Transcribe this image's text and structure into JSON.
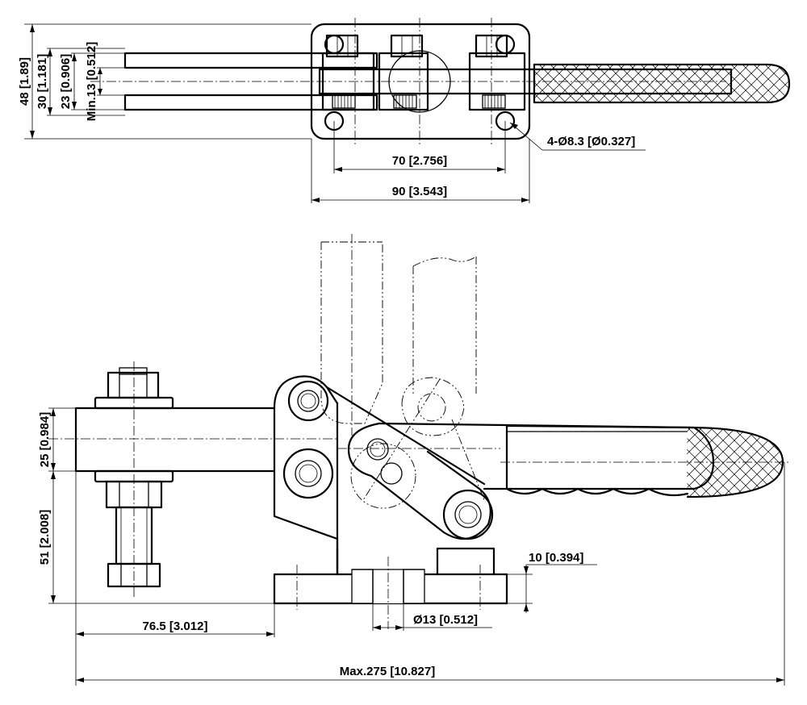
{
  "top_view": {
    "dim_overall_height": "48 [1.89]",
    "dim_height_30": "30 [1.181]",
    "dim_height_23": "23 [0.906]",
    "dim_min_13": "Min.13 [0.512]",
    "dim_hole_spacing": "70 [2.756]",
    "dim_base_width": "90 [3.543]",
    "dim_holes": "4-Ø8.3 [Ø0.327]"
  },
  "side_view": {
    "dim_arm_height": "25 [0.984]",
    "dim_spindle_height": "51 [2.008]",
    "dim_base_thickness": "10 [0.394]",
    "dim_reach": "76.5 [3.012]",
    "dim_bore": "Ø13 [0.512]",
    "dim_max_length": "Max.275 [10.827]"
  }
}
